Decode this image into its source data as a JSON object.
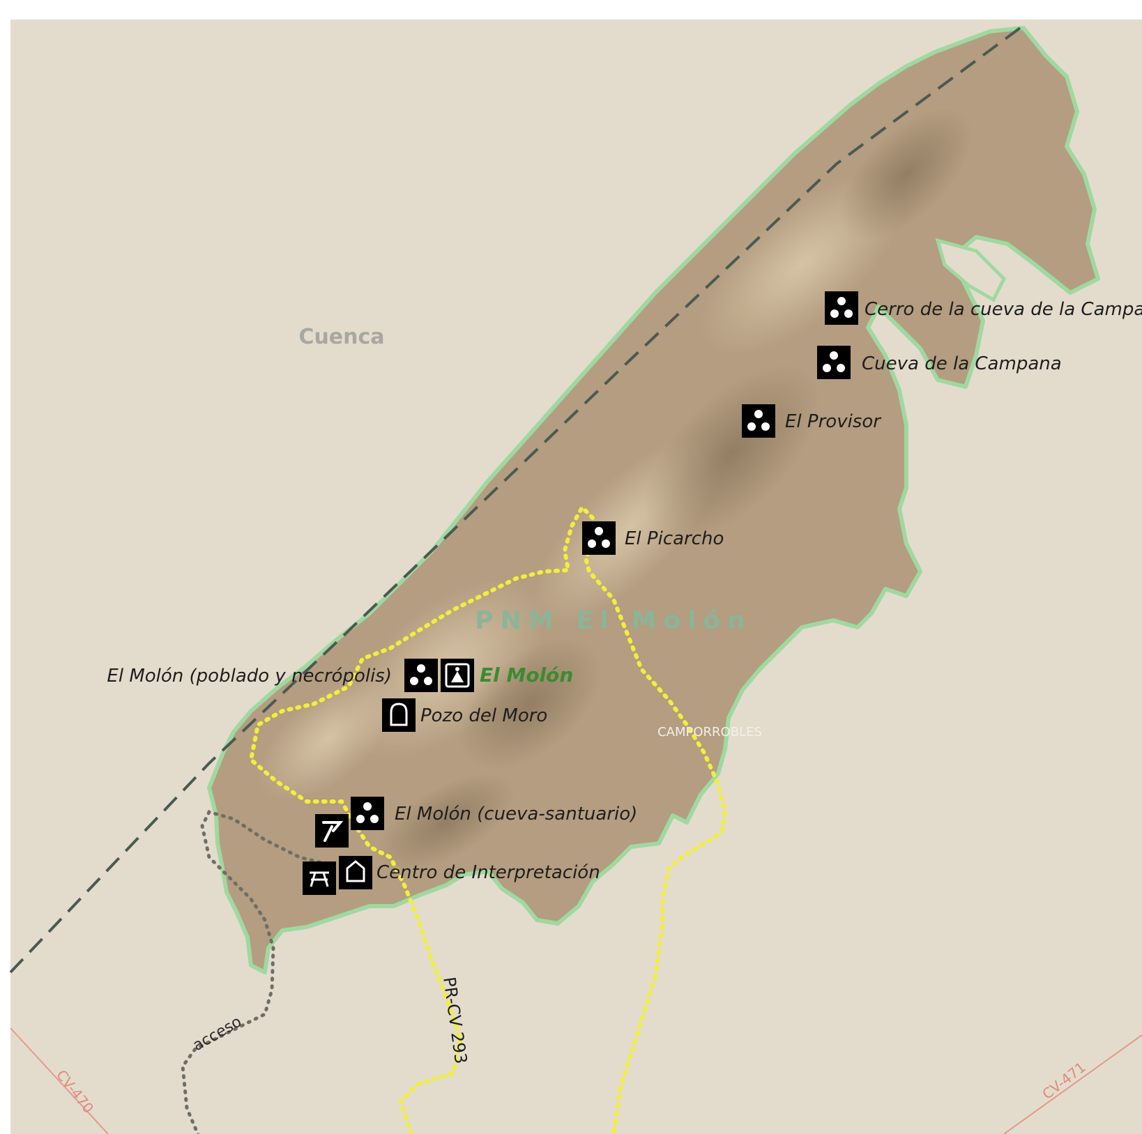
{
  "map": {
    "region_label": "Cuenca",
    "park_label": "PNM El Molón",
    "town_label": "CAMPORROBLES",
    "peak_label": "El Molón",
    "routes": {
      "trail_label": "PR-CV 293",
      "access_label": "acceso",
      "road_west_label": "CV-470",
      "road_east_label": "CV-471"
    },
    "pois": [
      {
        "label": "Cerro de la cueva de la Campana",
        "icon": "archaeological-site-icon"
      },
      {
        "label": "Cueva de la Campana",
        "icon": "archaeological-site-icon"
      },
      {
        "label": "El Provisor",
        "icon": "archaeological-site-icon"
      },
      {
        "label": "El Picarcho",
        "icon": "archaeological-site-icon"
      },
      {
        "label": "El Molón (poblado y necrópolis)",
        "icon": "archaeological-site-icon"
      },
      {
        "label": "Pozo del Moro",
        "icon": "well-icon"
      },
      {
        "label": "El Molón (cueva-santuario)",
        "icon": "archaeological-site-icon"
      },
      {
        "label": "Centro de Interpretación",
        "icon": "interpretation-center-icon"
      }
    ],
    "extra_icons": [
      "summit-icon",
      "viewpoint-icon",
      "picnic-area-icon"
    ],
    "colors": {
      "background": "#e3dccd",
      "terrain": "#b49d80",
      "park_border": "#9fd9a0",
      "trail": "#f2ee3c",
      "access_path": "#6e6e66",
      "boundary": "#4a5a52",
      "road": "#e39a8c",
      "peak_text": "#3c8a32"
    }
  }
}
